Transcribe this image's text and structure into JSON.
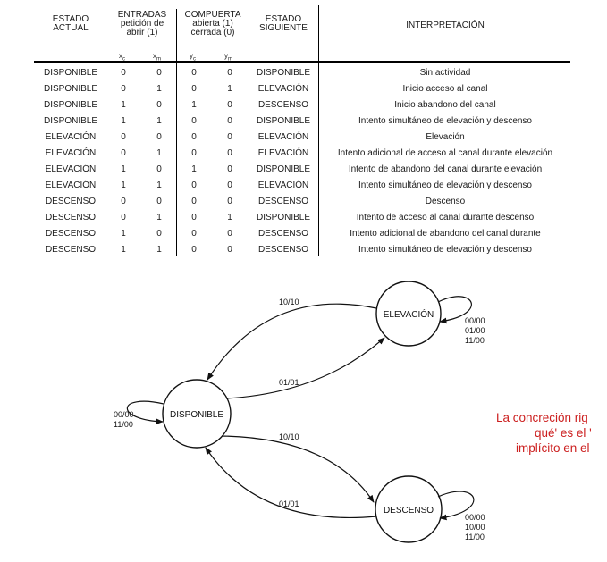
{
  "table": {
    "headers": {
      "estado_actual": "ESTADO\nACTUAL",
      "entradas": "ENTRADAS\npetición  de\nabrir (1)",
      "compuerta": "COMPUERTA\nabierta (1)\ncerrada (0)",
      "estado_siguiente": "ESTADO\nSIGUIENTE",
      "interpretacion": "INTERPRETACIÓN"
    },
    "subheaders": {
      "xc": {
        "base": "x",
        "sub": "c"
      },
      "xm": {
        "base": "x",
        "sub": "m"
      },
      "yc": {
        "base": "y",
        "sub": "c"
      },
      "ym": {
        "base": "y",
        "sub": "m"
      }
    },
    "rows": [
      {
        "estado": "DISPONIBLE",
        "xc": "0",
        "xm": "0",
        "yc": "0",
        "ym": "0",
        "siguiente": "DISPONIBLE",
        "interp": "Sin actividad"
      },
      {
        "estado": "DISPONIBLE",
        "xc": "0",
        "xm": "1",
        "yc": "0",
        "ym": "1",
        "siguiente": "ELEVACIÓN",
        "interp": "Inicio acceso al canal"
      },
      {
        "estado": "DISPONIBLE",
        "xc": "1",
        "xm": "0",
        "yc": "1",
        "ym": "0",
        "siguiente": "DESCENSO",
        "interp": "Inicio abandono del canal"
      },
      {
        "estado": "DISPONIBLE",
        "xc": "1",
        "xm": "1",
        "yc": "0",
        "ym": "0",
        "siguiente": "DISPONIBLE",
        "interp": "Intento simultáneo de elevación y descenso"
      },
      {
        "estado": "ELEVACIÓN",
        "xc": "0",
        "xm": "0",
        "yc": "0",
        "ym": "0",
        "siguiente": "ELEVACIÓN",
        "interp": "Elevación"
      },
      {
        "estado": "ELEVACIÓN",
        "xc": "0",
        "xm": "1",
        "yc": "0",
        "ym": "0",
        "siguiente": "ELEVACIÓN",
        "interp": "Intento adicional de acceso al canal durante elevación"
      },
      {
        "estado": "ELEVACIÓN",
        "xc": "1",
        "xm": "0",
        "yc": "1",
        "ym": "0",
        "siguiente": "DISPONIBLE",
        "interp": "Intento de abandono del canal durante elevación"
      },
      {
        "estado": "ELEVACIÓN",
        "xc": "1",
        "xm": "1",
        "yc": "0",
        "ym": "0",
        "siguiente": "ELEVACIÓN",
        "interp": "Intento simultáneo de elevación y descenso"
      },
      {
        "estado": "DESCENSO",
        "xc": "0",
        "xm": "0",
        "yc": "0",
        "ym": "0",
        "siguiente": "DESCENSO",
        "interp": "Descenso"
      },
      {
        "estado": "DESCENSO",
        "xc": "0",
        "xm": "1",
        "yc": "0",
        "ym": "1",
        "siguiente": "DISPONIBLE",
        "interp": "Intento de acceso al canal durante descenso"
      },
      {
        "estado": "DESCENSO",
        "xc": "1",
        "xm": "0",
        "yc": "0",
        "ym": "0",
        "siguiente": "DESCENSO",
        "interp": "Intento adicional de abandono del canal durante"
      },
      {
        "estado": "DESCENSO",
        "xc": "1",
        "xm": "1",
        "yc": "0",
        "ym": "0",
        "siguiente": "DESCENSO",
        "interp": "Intento simultáneo de elevación y descenso"
      }
    ]
  },
  "diagram": {
    "states": {
      "elevacion": "ELEVACIÓN",
      "disponible": "DISPONIBLE",
      "descenso": "DESCENSO"
    },
    "transitions": {
      "elev_to_disp": "10/10",
      "disp_to_elev": "01/01",
      "disp_to_desc": "10/10",
      "desc_to_disp": "01/01"
    },
    "self_loops": {
      "elevacion": [
        "00/00",
        "01/00",
        "11/00"
      ],
      "disponible": [
        "00/00",
        "11/00"
      ],
      "descenso": [
        "00/00",
        "10/00",
        "11/00"
      ]
    }
  },
  "side_note": {
    "lines": [
      "La concreción rig",
      "qué' es el '",
      "implícito en el"
    ],
    "color": "#cc1f1f"
  }
}
